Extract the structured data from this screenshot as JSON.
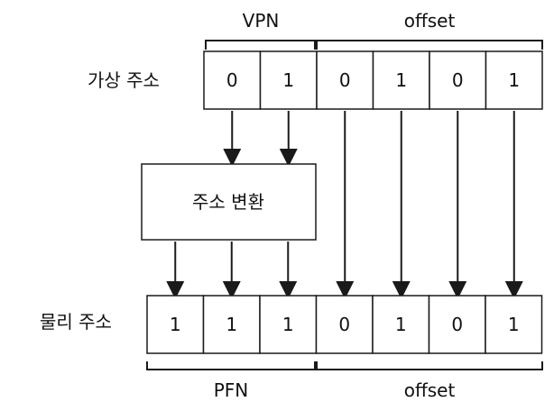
{
  "labels": {
    "vpn": "VPN",
    "offset_top": "offset",
    "virtual_address": "가상 주소",
    "translation_box": "주소 변환",
    "physical_address": "물리 주소",
    "pfn": "PFN",
    "offset_bottom": "offset"
  },
  "virtual_bits": [
    "0",
    "1",
    "0",
    "1",
    "0",
    "1"
  ],
  "physical_bits": [
    "1",
    "1",
    "1",
    "0",
    "1",
    "0",
    "1"
  ],
  "colors": {
    "stroke": "#1a1a1a",
    "text": "#111111",
    "background": "#ffffff"
  }
}
